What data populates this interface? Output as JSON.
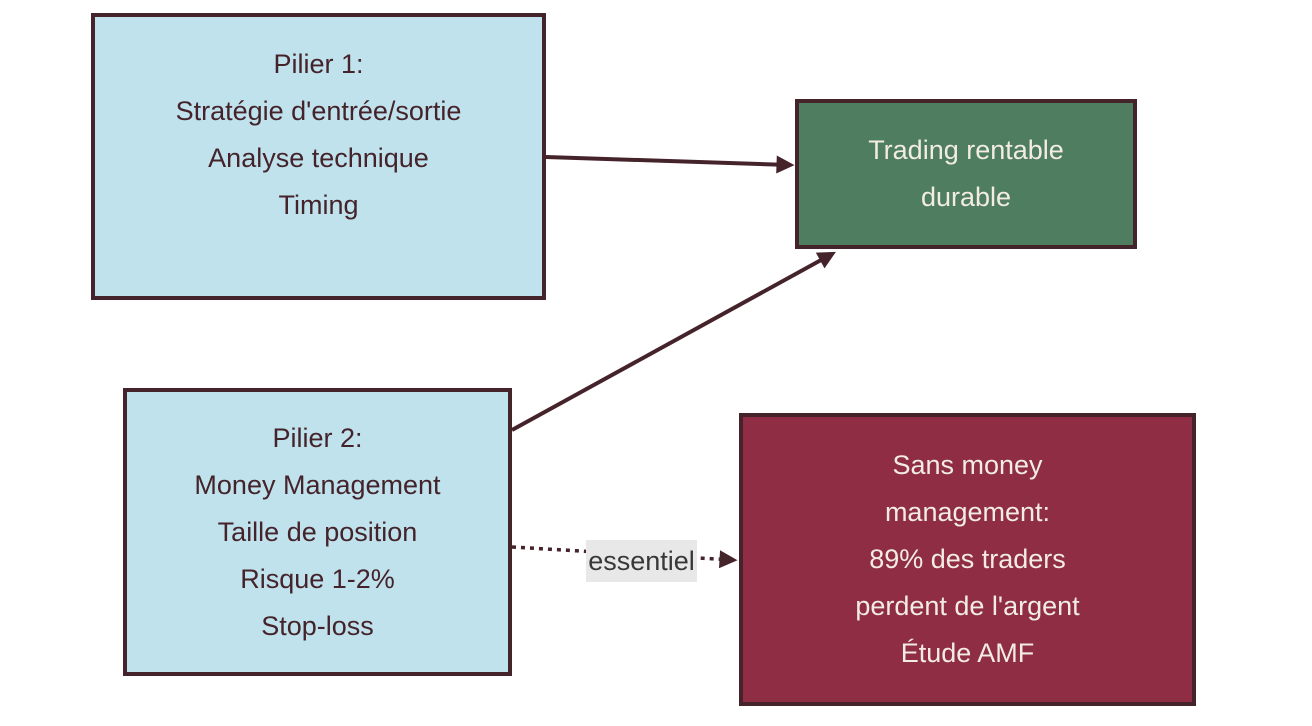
{
  "diagram": {
    "pillar1": {
      "lines": [
        "Pilier 1:",
        "Stratégie d'entrée/sortie",
        "Analyse technique",
        "Timing"
      ]
    },
    "outcome": {
      "lines": [
        "Trading rentable",
        "durable"
      ]
    },
    "pillar2": {
      "lines": [
        "Pilier 2:",
        "Money Management",
        "Taille de position",
        "Risque 1-2%",
        "Stop-loss"
      ]
    },
    "warning": {
      "lines": [
        "Sans money",
        "management:",
        "89% des traders",
        "perdent de l'argent",
        "Étude AMF"
      ]
    },
    "edge_label": "essentiel",
    "colors": {
      "blue": "#bfe2ec",
      "green": "#4e7d5f",
      "red": "#8e2d44",
      "line": "#45232b",
      "light_text": "#f2ece4",
      "label_bg": "#e8e8e8",
      "label_text": "#383838"
    }
  }
}
